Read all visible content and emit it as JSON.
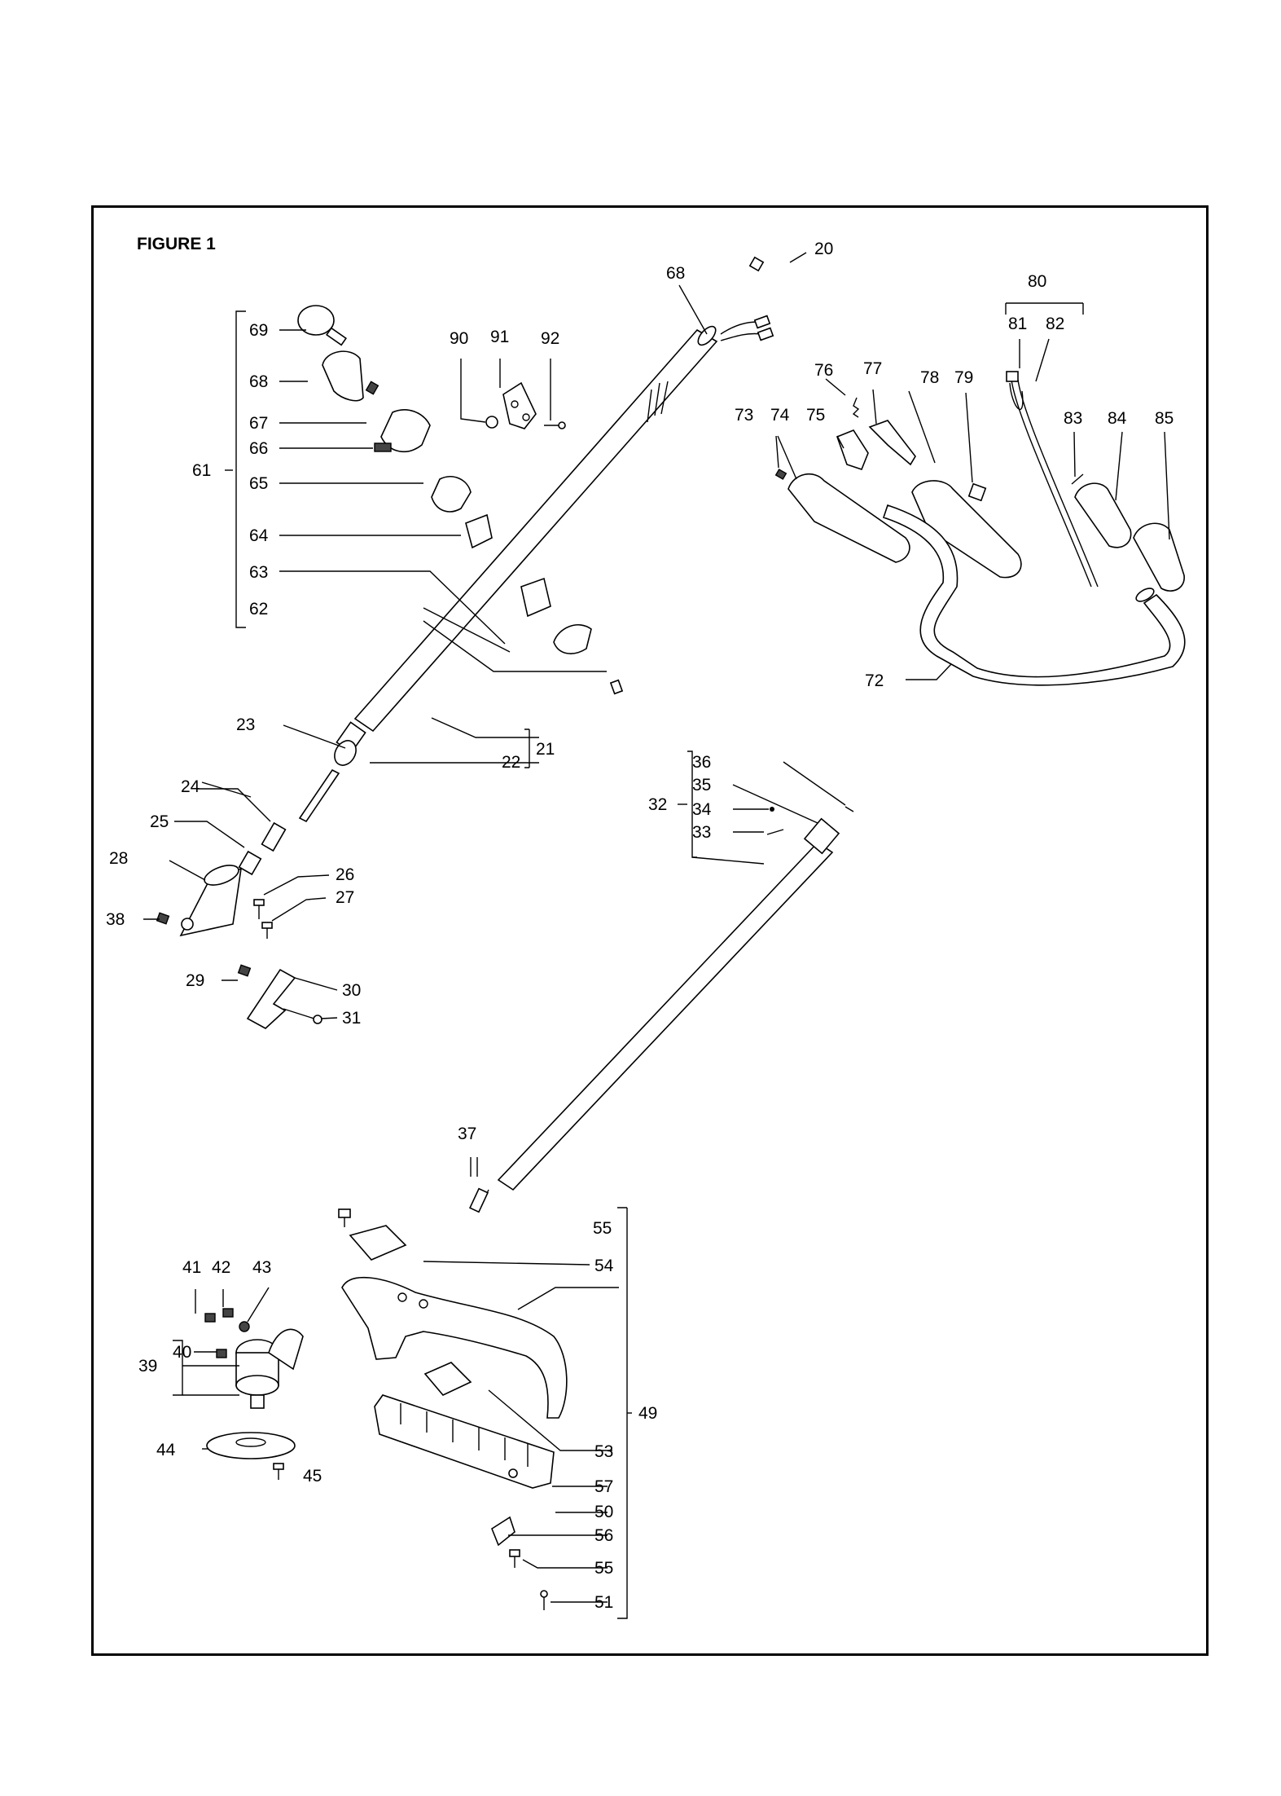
{
  "figure_title": "FIGURE 1",
  "callouts": [
    {
      "id": "c20",
      "text": "20"
    },
    {
      "id": "c68a",
      "text": "68"
    },
    {
      "id": "c80",
      "text": "80"
    },
    {
      "id": "c81",
      "text": "81"
    },
    {
      "id": "c82",
      "text": "82"
    },
    {
      "id": "c69",
      "text": "69"
    },
    {
      "id": "c68b",
      "text": "68"
    },
    {
      "id": "c67",
      "text": "67"
    },
    {
      "id": "c66",
      "text": "66"
    },
    {
      "id": "c65",
      "text": "65"
    },
    {
      "id": "c64",
      "text": "64"
    },
    {
      "id": "c63",
      "text": "63"
    },
    {
      "id": "c62",
      "text": "62"
    },
    {
      "id": "c61",
      "text": "61"
    },
    {
      "id": "c90",
      "text": "90"
    },
    {
      "id": "c91",
      "text": "91"
    },
    {
      "id": "c92",
      "text": "92"
    },
    {
      "id": "c76",
      "text": "76"
    },
    {
      "id": "c77",
      "text": "77"
    },
    {
      "id": "c78",
      "text": "78"
    },
    {
      "id": "c79",
      "text": "79"
    },
    {
      "id": "c73",
      "text": "73"
    },
    {
      "id": "c74",
      "text": "74"
    },
    {
      "id": "c75",
      "text": "75"
    },
    {
      "id": "c83",
      "text": "83"
    },
    {
      "id": "c84",
      "text": "84"
    },
    {
      "id": "c85",
      "text": "85"
    },
    {
      "id": "c72",
      "text": "72"
    },
    {
      "id": "c23",
      "text": "23"
    },
    {
      "id": "c22",
      "text": "22"
    },
    {
      "id": "c21",
      "text": "21"
    },
    {
      "id": "c24",
      "text": "24"
    },
    {
      "id": "c25",
      "text": "25"
    },
    {
      "id": "c28",
      "text": "28"
    },
    {
      "id": "c26",
      "text": "26"
    },
    {
      "id": "c27",
      "text": "27"
    },
    {
      "id": "c38",
      "text": "38"
    },
    {
      "id": "c29",
      "text": "29"
    },
    {
      "id": "c30",
      "text": "30"
    },
    {
      "id": "c31",
      "text": "31"
    },
    {
      "id": "c36",
      "text": "36"
    },
    {
      "id": "c35",
      "text": "35"
    },
    {
      "id": "c34",
      "text": "34"
    },
    {
      "id": "c33",
      "text": "33"
    },
    {
      "id": "c32",
      "text": "32"
    },
    {
      "id": "c37",
      "text": "37"
    },
    {
      "id": "c55a",
      "text": "55"
    },
    {
      "id": "c54",
      "text": "54"
    },
    {
      "id": "c41",
      "text": "41"
    },
    {
      "id": "c42",
      "text": "42"
    },
    {
      "id": "c43",
      "text": "43"
    },
    {
      "id": "c40",
      "text": "40"
    },
    {
      "id": "c39",
      "text": "39"
    },
    {
      "id": "c44",
      "text": "44"
    },
    {
      "id": "c45",
      "text": "45"
    },
    {
      "id": "c49",
      "text": "49"
    },
    {
      "id": "c53",
      "text": "53"
    },
    {
      "id": "c57",
      "text": "57"
    },
    {
      "id": "c50",
      "text": "50"
    },
    {
      "id": "c56",
      "text": "56"
    },
    {
      "id": "c55b",
      "text": "55"
    },
    {
      "id": "c51",
      "text": "51"
    }
  ]
}
